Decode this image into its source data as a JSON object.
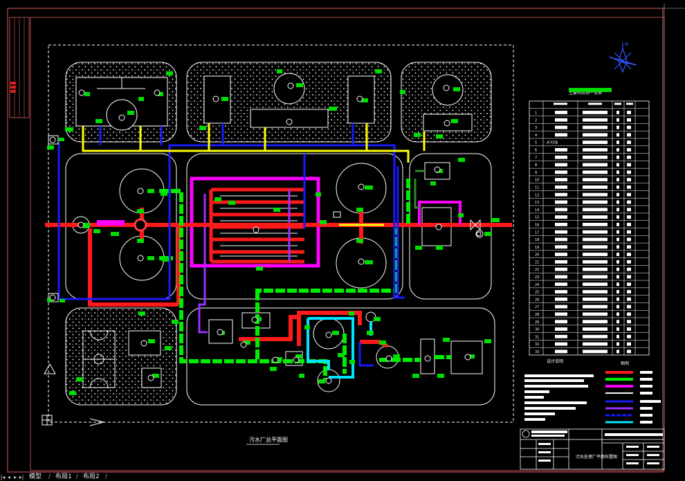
{
  "drawing": {
    "plan_title": "污水厂总平面图",
    "table_title": "主要构筑物一览表",
    "notes_title": "设计说明",
    "legend_title": "图例",
    "titleblock_caption": "污水处理厂平面布置图",
    "table_rows": [
      1,
      2,
      3,
      4,
      5,
      6,
      7,
      8,
      9,
      10,
      11,
      12,
      13,
      14,
      15,
      16,
      17,
      18,
      19,
      20,
      21,
      22,
      23,
      24,
      25,
      26,
      27,
      28,
      29,
      30,
      31,
      32,
      33
    ],
    "table_row5_name": "A²/O池",
    "pipe_colors": {
      "sludge": "#ff1a1a",
      "return": "#00ee00",
      "supernatant": "#ff00ff",
      "overflow": "#1a1aff",
      "drain": "#9b30ff",
      "air": "#ffff00",
      "water": "#00e5ff"
    }
  },
  "layout_tabs": {
    "model": "模型",
    "layout1": "布局1",
    "layout2": "布局2"
  }
}
